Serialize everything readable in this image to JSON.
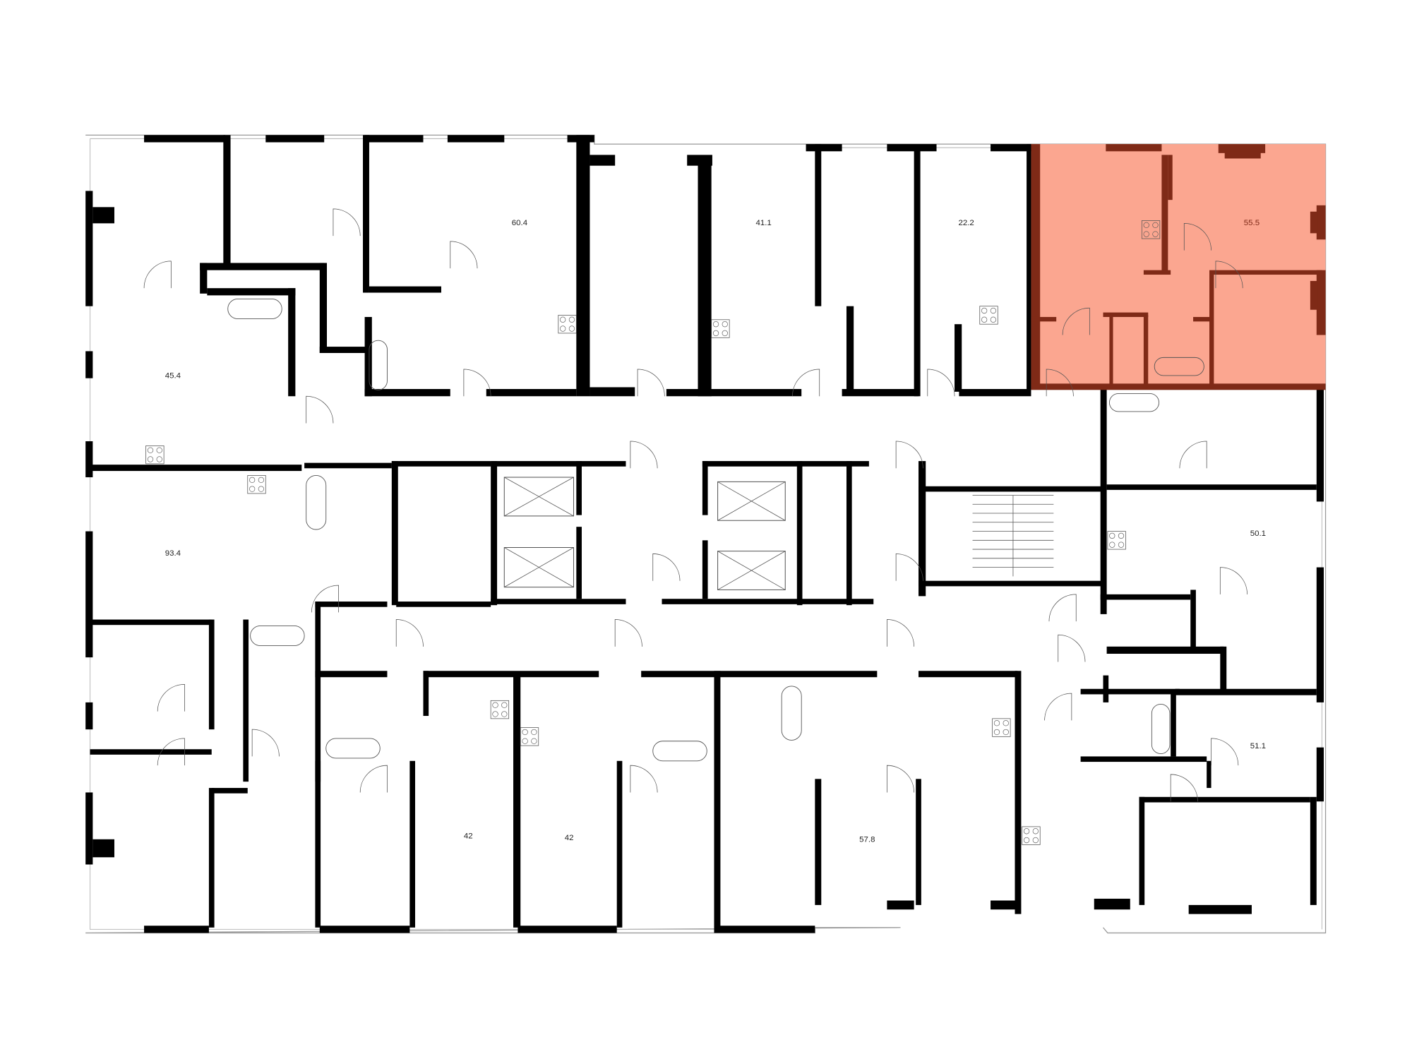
{
  "floor_plan": {
    "colors": {
      "wall": "#000000",
      "highlight_fill": "#FBA690",
      "highlight_wall": "#7F2A17",
      "fixture_line": "#555555"
    },
    "apartments": [
      {
        "area": "60.4",
        "highlighted": false
      },
      {
        "area": "41.1",
        "highlighted": false
      },
      {
        "area": "22.2",
        "highlighted": false
      },
      {
        "area": "55.5",
        "highlighted": true
      },
      {
        "area": "45.4",
        "highlighted": false
      },
      {
        "area": "93.4",
        "highlighted": false
      },
      {
        "area": "50.1",
        "highlighted": false
      },
      {
        "area": "51.1",
        "highlighted": false
      },
      {
        "area": "42",
        "highlighted": false
      },
      {
        "area": "42",
        "highlighted": false
      },
      {
        "area": "57.8",
        "highlighted": false
      }
    ]
  }
}
